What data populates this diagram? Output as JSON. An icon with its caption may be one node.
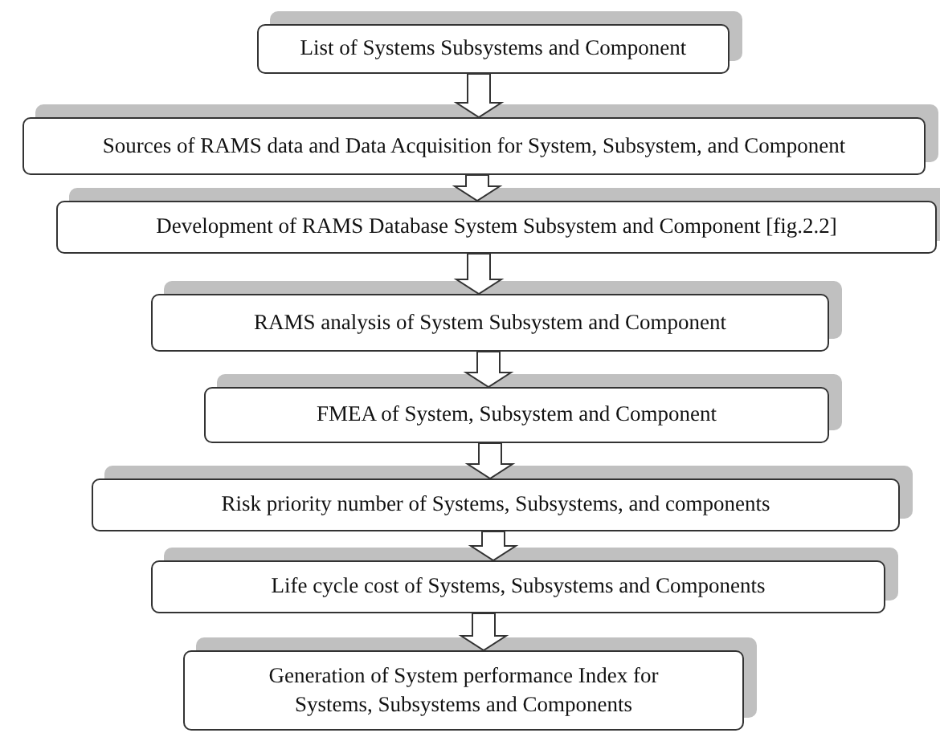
{
  "diagram": {
    "nodes": [
      {
        "text": [
          "List of Systems Subsystems and Component"
        ]
      },
      {
        "text": [
          "Sources of RAMS data and Data Acquisition for System, Subsystem, and Component"
        ]
      },
      {
        "text": [
          "Development of RAMS Database System Subsystem and Component [fig.2.2]"
        ]
      },
      {
        "text": [
          "RAMS analysis of System Subsystem and Component"
        ]
      },
      {
        "text": [
          "FMEA of System, Subsystem and Component"
        ]
      },
      {
        "text": [
          "Risk priority number of Systems, Subsystems, and components"
        ]
      },
      {
        "text": [
          "Life cycle cost of Systems, Subsystems and Components"
        ]
      },
      {
        "text": [
          "Generation of System performance Index for Systems, Subsystems and Components"
        ]
      }
    ],
    "edges": [
      {
        "from": 0,
        "to": 1,
        "arrow": "to"
      },
      {
        "from": 1,
        "to": 2,
        "arrow": "to"
      },
      {
        "from": 2,
        "to": 3,
        "arrow": "to"
      },
      {
        "from": 3,
        "to": 4,
        "arrow": "to"
      },
      {
        "from": 4,
        "to": 5,
        "arrow": "to"
      },
      {
        "from": 5,
        "to": 6,
        "arrow": "to"
      },
      {
        "from": 6,
        "to": 7,
        "arrow": "to"
      }
    ]
  }
}
